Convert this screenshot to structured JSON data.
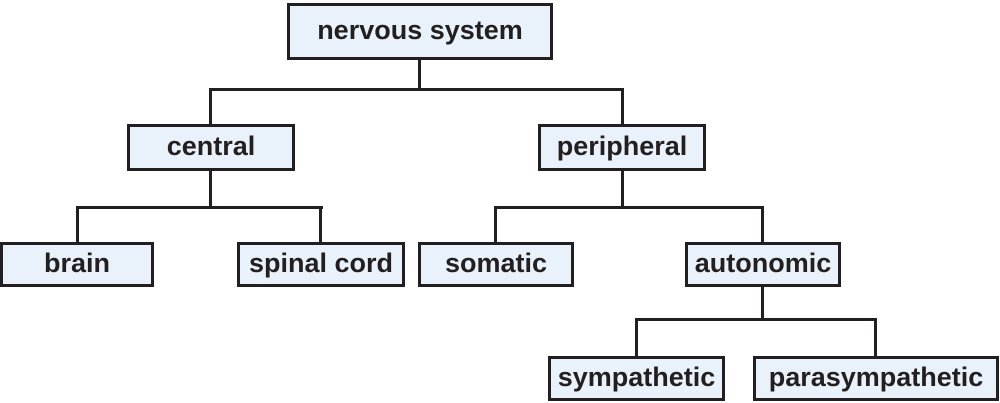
{
  "diagram": {
    "type": "tree",
    "nodes": [
      {
        "id": "nervous-system",
        "label": "nervous system"
      },
      {
        "id": "central",
        "label": "central"
      },
      {
        "id": "peripheral",
        "label": "peripheral"
      },
      {
        "id": "brain",
        "label": "brain"
      },
      {
        "id": "spinal-cord",
        "label": "spinal cord"
      },
      {
        "id": "somatic",
        "label": "somatic"
      },
      {
        "id": "autonomic",
        "label": "autonomic"
      },
      {
        "id": "sympathetic",
        "label": "sympathetic"
      },
      {
        "id": "parasympathetic",
        "label": "parasympathetic"
      }
    ],
    "edges": [
      {
        "from": "nervous system",
        "to": "central"
      },
      {
        "from": "nervous system",
        "to": "peripheral"
      },
      {
        "from": "central",
        "to": "brain"
      },
      {
        "from": "central",
        "to": "spinal cord"
      },
      {
        "from": "peripheral",
        "to": "somatic"
      },
      {
        "from": "peripheral",
        "to": "autonomic"
      },
      {
        "from": "autonomic",
        "to": "sympathetic"
      },
      {
        "from": "autonomic",
        "to": "parasympathetic"
      }
    ]
  },
  "colors": {
    "background": "#ffffff",
    "box_fill": "#e9f2fa",
    "box_border": "#231f20",
    "connector": "#231f20",
    "text": "#231f20"
  }
}
